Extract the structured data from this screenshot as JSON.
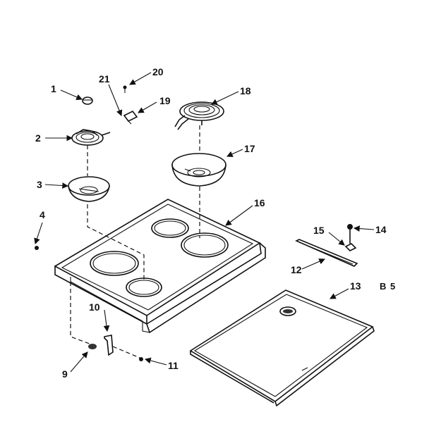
{
  "diagram": {
    "page_tag": "B 5",
    "callouts": [
      {
        "id": "c1",
        "label": "1"
      },
      {
        "id": "c2",
        "label": "2"
      },
      {
        "id": "c3",
        "label": "3"
      },
      {
        "id": "c4",
        "label": "4"
      },
      {
        "id": "c9",
        "label": "9"
      },
      {
        "id": "c10",
        "label": "10"
      },
      {
        "id": "c11",
        "label": "11"
      },
      {
        "id": "c12",
        "label": "12"
      },
      {
        "id": "c13",
        "label": "13"
      },
      {
        "id": "c14",
        "label": "14"
      },
      {
        "id": "c15",
        "label": "15"
      },
      {
        "id": "c16",
        "label": "16"
      },
      {
        "id": "c17",
        "label": "17"
      },
      {
        "id": "c18",
        "label": "18"
      },
      {
        "id": "c19",
        "label": "19"
      },
      {
        "id": "c20",
        "label": "20"
      },
      {
        "id": "c21",
        "label": "21"
      }
    ]
  }
}
